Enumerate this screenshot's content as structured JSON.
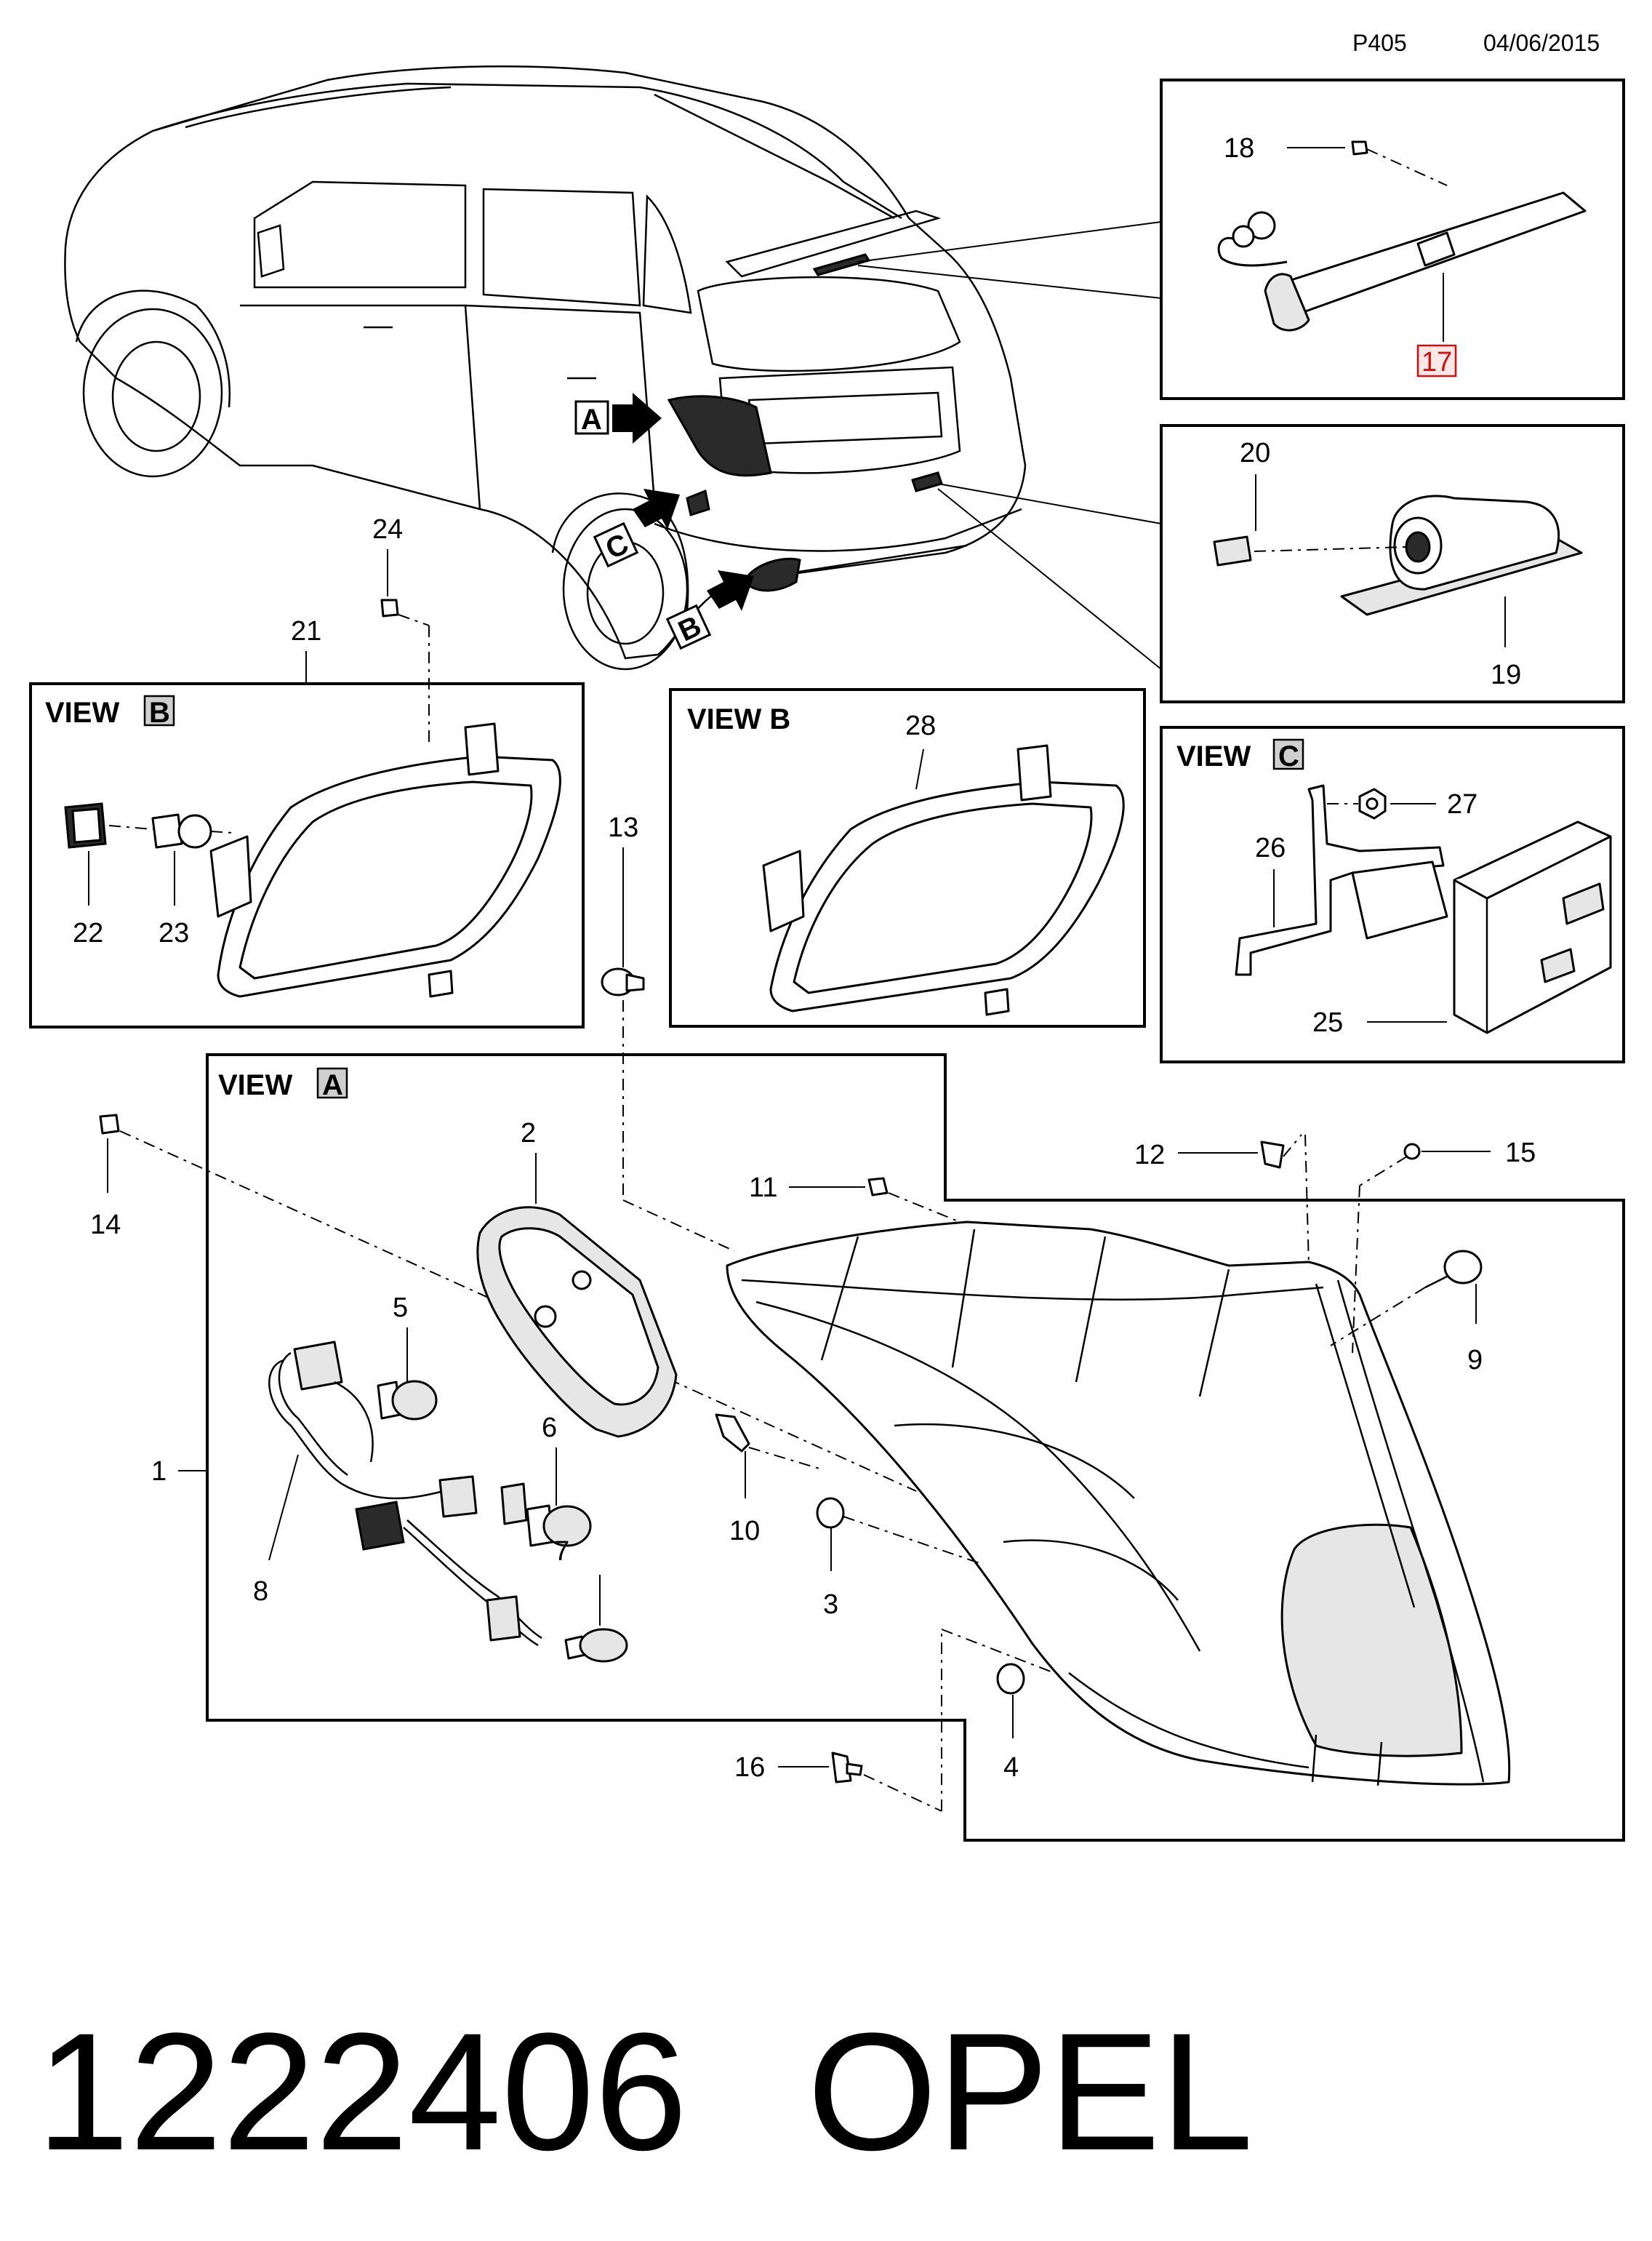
{
  "header": {
    "page_code": "P405",
    "date": "04/06/2015"
  },
  "footer": {
    "part_number": "1222406",
    "brand": "OPEL"
  },
  "views": {
    "view_a": "VIEW",
    "view_a_letter": "A",
    "view_b_left": "VIEW",
    "view_b_left_letter": "B",
    "view_b_right": "VIEW B",
    "view_c": "VIEW",
    "view_c_letter": "C"
  },
  "car_pointers": {
    "a": "A",
    "b": "B",
    "c": "C"
  },
  "callouts": {
    "c1": "1",
    "c2": "2",
    "c3": "3",
    "c4": "4",
    "c5": "5",
    "c6": "6",
    "c7": "7",
    "c8": "8",
    "c9": "9",
    "c10": "10",
    "c11": "11",
    "c12": "12",
    "c13": "13",
    "c14": "14",
    "c15": "15",
    "c16": "16",
    "c17": "17",
    "c18": "18",
    "c19": "19",
    "c20": "20",
    "c21": "21",
    "c22": "22",
    "c23": "23",
    "c24": "24",
    "c25": "25",
    "c26": "26",
    "c27": "27",
    "c28": "28"
  },
  "highlighted_callout": "17",
  "colors": {
    "line": "#000000",
    "highlight": "#d01010",
    "background": "#ffffff"
  }
}
